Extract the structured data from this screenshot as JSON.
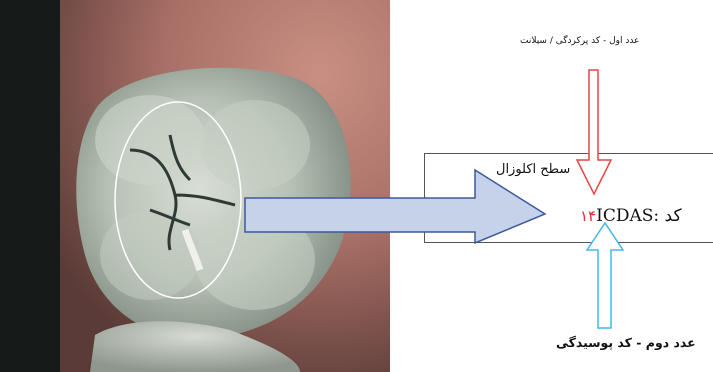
{
  "photo": {
    "subject": "occlusal surface of a molar tooth with highlighted fissures"
  },
  "labels": {
    "top_annotation": "عدد اول - کد پرکردگی / سیلانت",
    "surface": "سطح اکلوزال",
    "code_prefix": "کد",
    "code_name": "ICDAS:",
    "code_digits": "۱۴",
    "bottom_annotation": "عدد دوم - کد پوسیدگی"
  },
  "colors": {
    "blue_arrow_fill": "#c5d2ea",
    "blue_arrow_stroke": "#3d5a9a",
    "red_arrow": "#e54545",
    "cyan_arrow": "#44b8e8",
    "code_digits": "#e03030"
  }
}
